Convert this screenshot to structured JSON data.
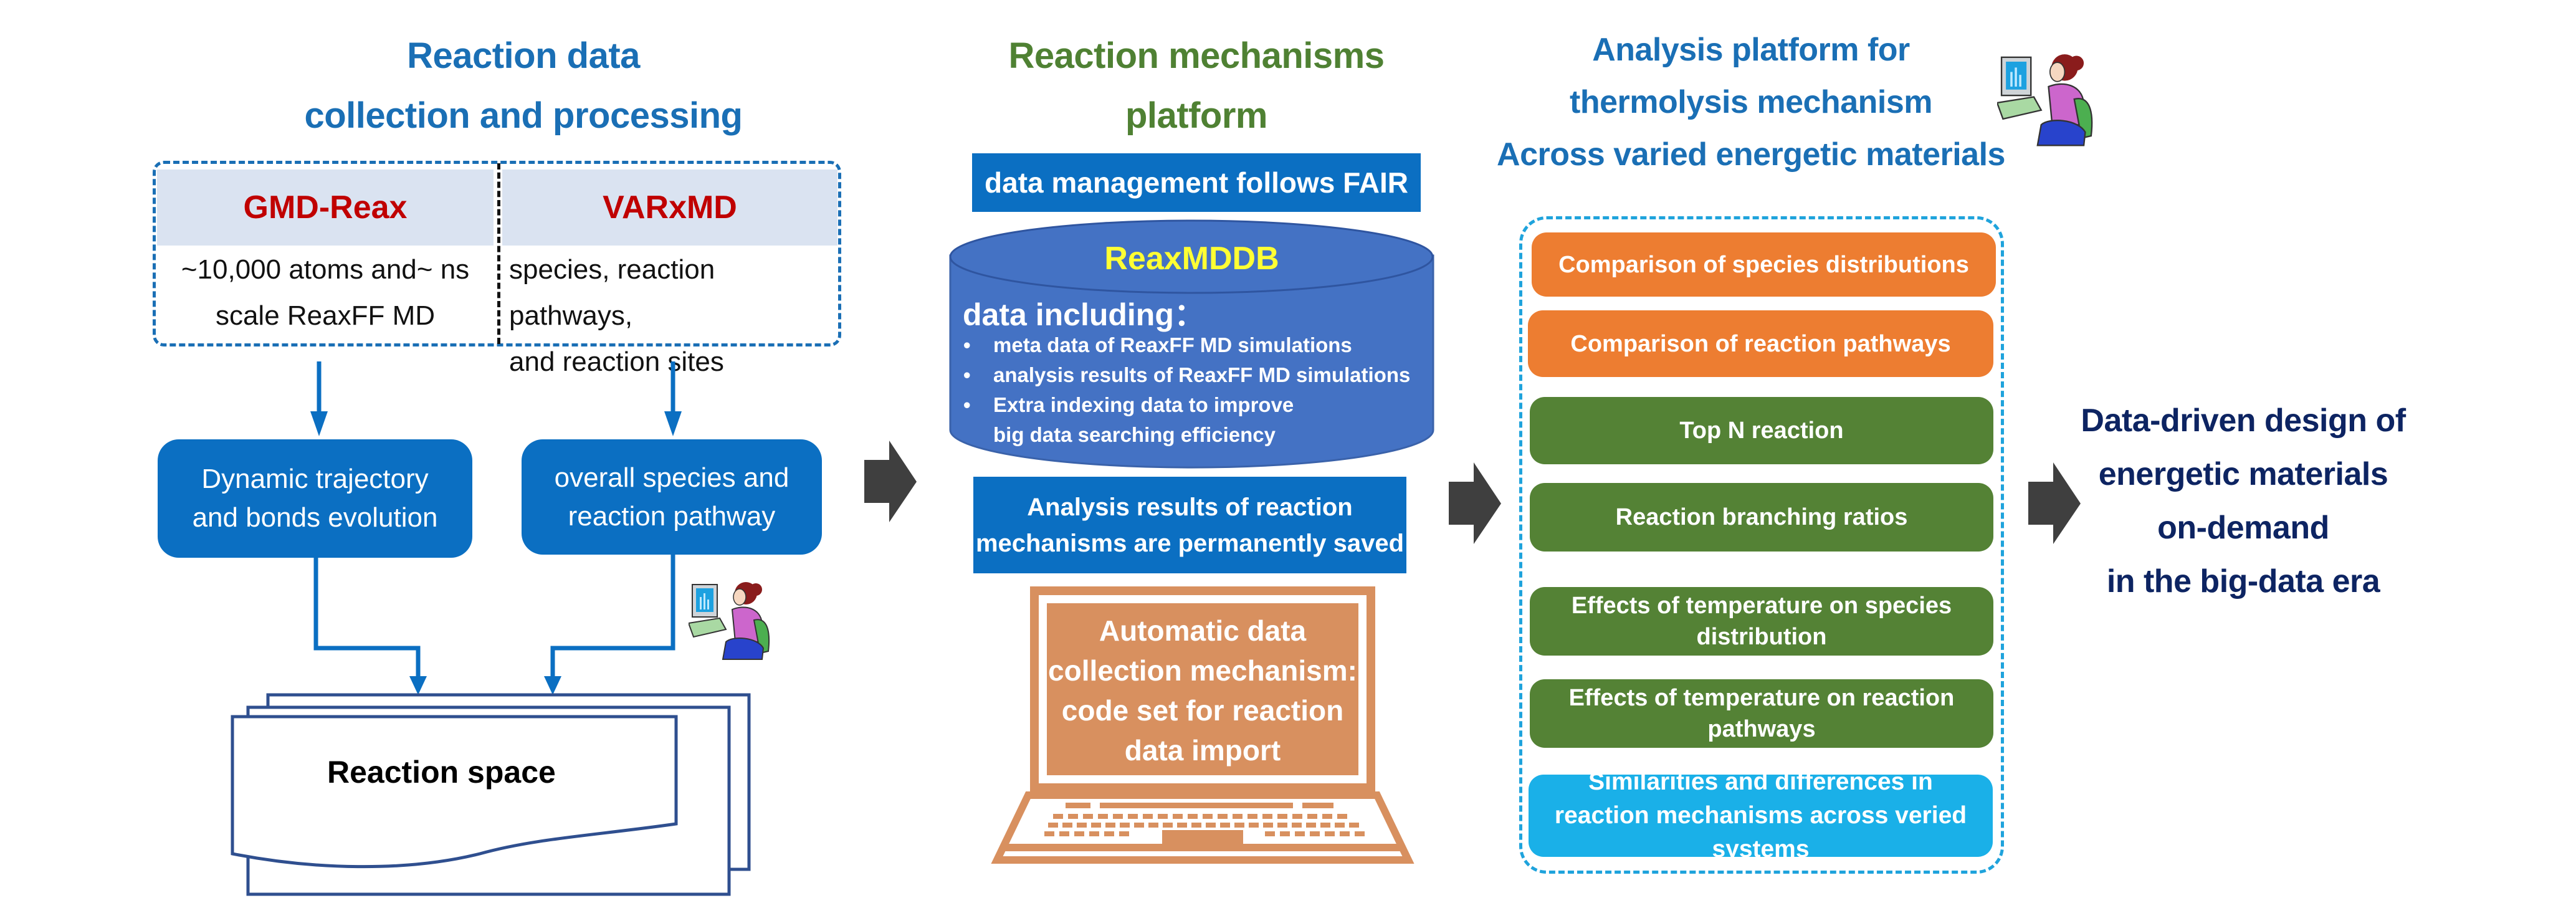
{
  "sections": {
    "collection": {
      "title_lines": [
        "Reaction data",
        "collection and processing"
      ],
      "tools": [
        {
          "name": "GMD-Reax",
          "description_lines": [
            "~10,000 atoms and~ ns",
            "scale ReaxFF MD"
          ]
        },
        {
          "name": "VARxMD",
          "description_lines": [
            "species, reaction pathways,",
            "and reaction sites"
          ]
        }
      ],
      "outputs": [
        {
          "lines": [
            "Dynamic trajectory",
            "and bonds evolution"
          ]
        },
        {
          "lines": [
            "overall species and",
            "reaction pathway"
          ]
        }
      ],
      "reaction_space_label": "Reaction space",
      "icon": "person-at-computer-icon"
    },
    "platform": {
      "title_lines": [
        "Reaction mechanisms",
        "platform"
      ],
      "fair_label": "data management follows FAIR",
      "database": {
        "name": "ReaxMDDB",
        "heading": "data including：",
        "items": [
          "meta data of ReaxFF MD simulations",
          "analysis results of ReaxFF MD simulations",
          "Extra indexing data to improve big data searching efficiency"
        ]
      },
      "saved_lines": [
        "Analysis results of reaction",
        "mechanisms are permanently saved"
      ],
      "laptop_lines": [
        "Automatic data",
        "collection mechanism:",
        "code set for reaction",
        "data import"
      ],
      "icon": "laptop-icon"
    },
    "analysis": {
      "title_lines": [
        "Analysis platform for",
        "thermolysis mechanism",
        "Across  varied energetic materials"
      ],
      "icon": "person-at-computer-icon",
      "items": [
        {
          "label": "Comparison of species distributions",
          "color": "#ed7d31"
        },
        {
          "label": "Comparison of reaction pathways",
          "color": "#ed7d31"
        },
        {
          "label": "Top N reaction",
          "color": "#548235"
        },
        {
          "label": "Reaction branching ratios",
          "color": "#548235"
        },
        {
          "label": "Effects of temperature on species distribution",
          "color": "#548235"
        },
        {
          "label": "Effects of temperature on reaction pathways",
          "color": "#548235"
        },
        {
          "label": "Similarities and differences in reaction mechanisms across veried systems",
          "color": "#1ab0e8"
        }
      ]
    },
    "outcome": {
      "lines": [
        "Data-driven design of",
        "energetic materials",
        "on-demand",
        "in the big-data era"
      ]
    }
  },
  "colors": {
    "primary_blue": "#0b6fc2",
    "title_blue": "#1a6fb5",
    "title_green": "#4f8133",
    "tool_red": "#c00000",
    "db_blue": "#4472c4",
    "laptop_orange": "#d8905f",
    "arrow_gray": "#3f3f3f",
    "navy": "#0d2462"
  }
}
